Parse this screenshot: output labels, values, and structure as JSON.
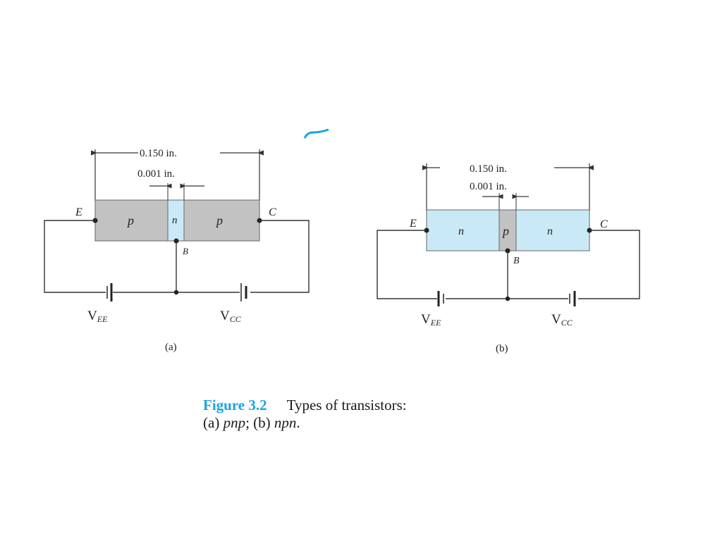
{
  "colors": {
    "p_region": "#c2c2c2",
    "n_region": "#c9e9f7",
    "accent": "#1aa3e0",
    "line": "#333333"
  },
  "diagram_a": {
    "width_total": "0.150 in.",
    "width_base": "0.001 in.",
    "region_left": "p",
    "region_mid": "n",
    "region_right": "p",
    "terminal_e": "E",
    "terminal_c": "C",
    "terminal_b": "B",
    "vee": "V",
    "vee_sub": "EE",
    "vcc": "V",
    "vcc_sub": "CC",
    "label": "(a)"
  },
  "diagram_b": {
    "width_total": "0.150 in.",
    "width_base": "0.001 in.",
    "region_left": "n",
    "region_mid": "p",
    "region_right": "n",
    "terminal_e": "E",
    "terminal_c": "C",
    "terminal_b": "B",
    "vee": "V",
    "vee_sub": "EE",
    "vcc": "V",
    "vcc_sub": "CC",
    "label": "(b)"
  },
  "caption": {
    "heading": "Figure 3.2",
    "line1": "Types of transistors:",
    "open_a": "(a) ",
    "pnp": "pnp",
    "sep": "; (b) ",
    "npn": "npn",
    "end": "."
  }
}
